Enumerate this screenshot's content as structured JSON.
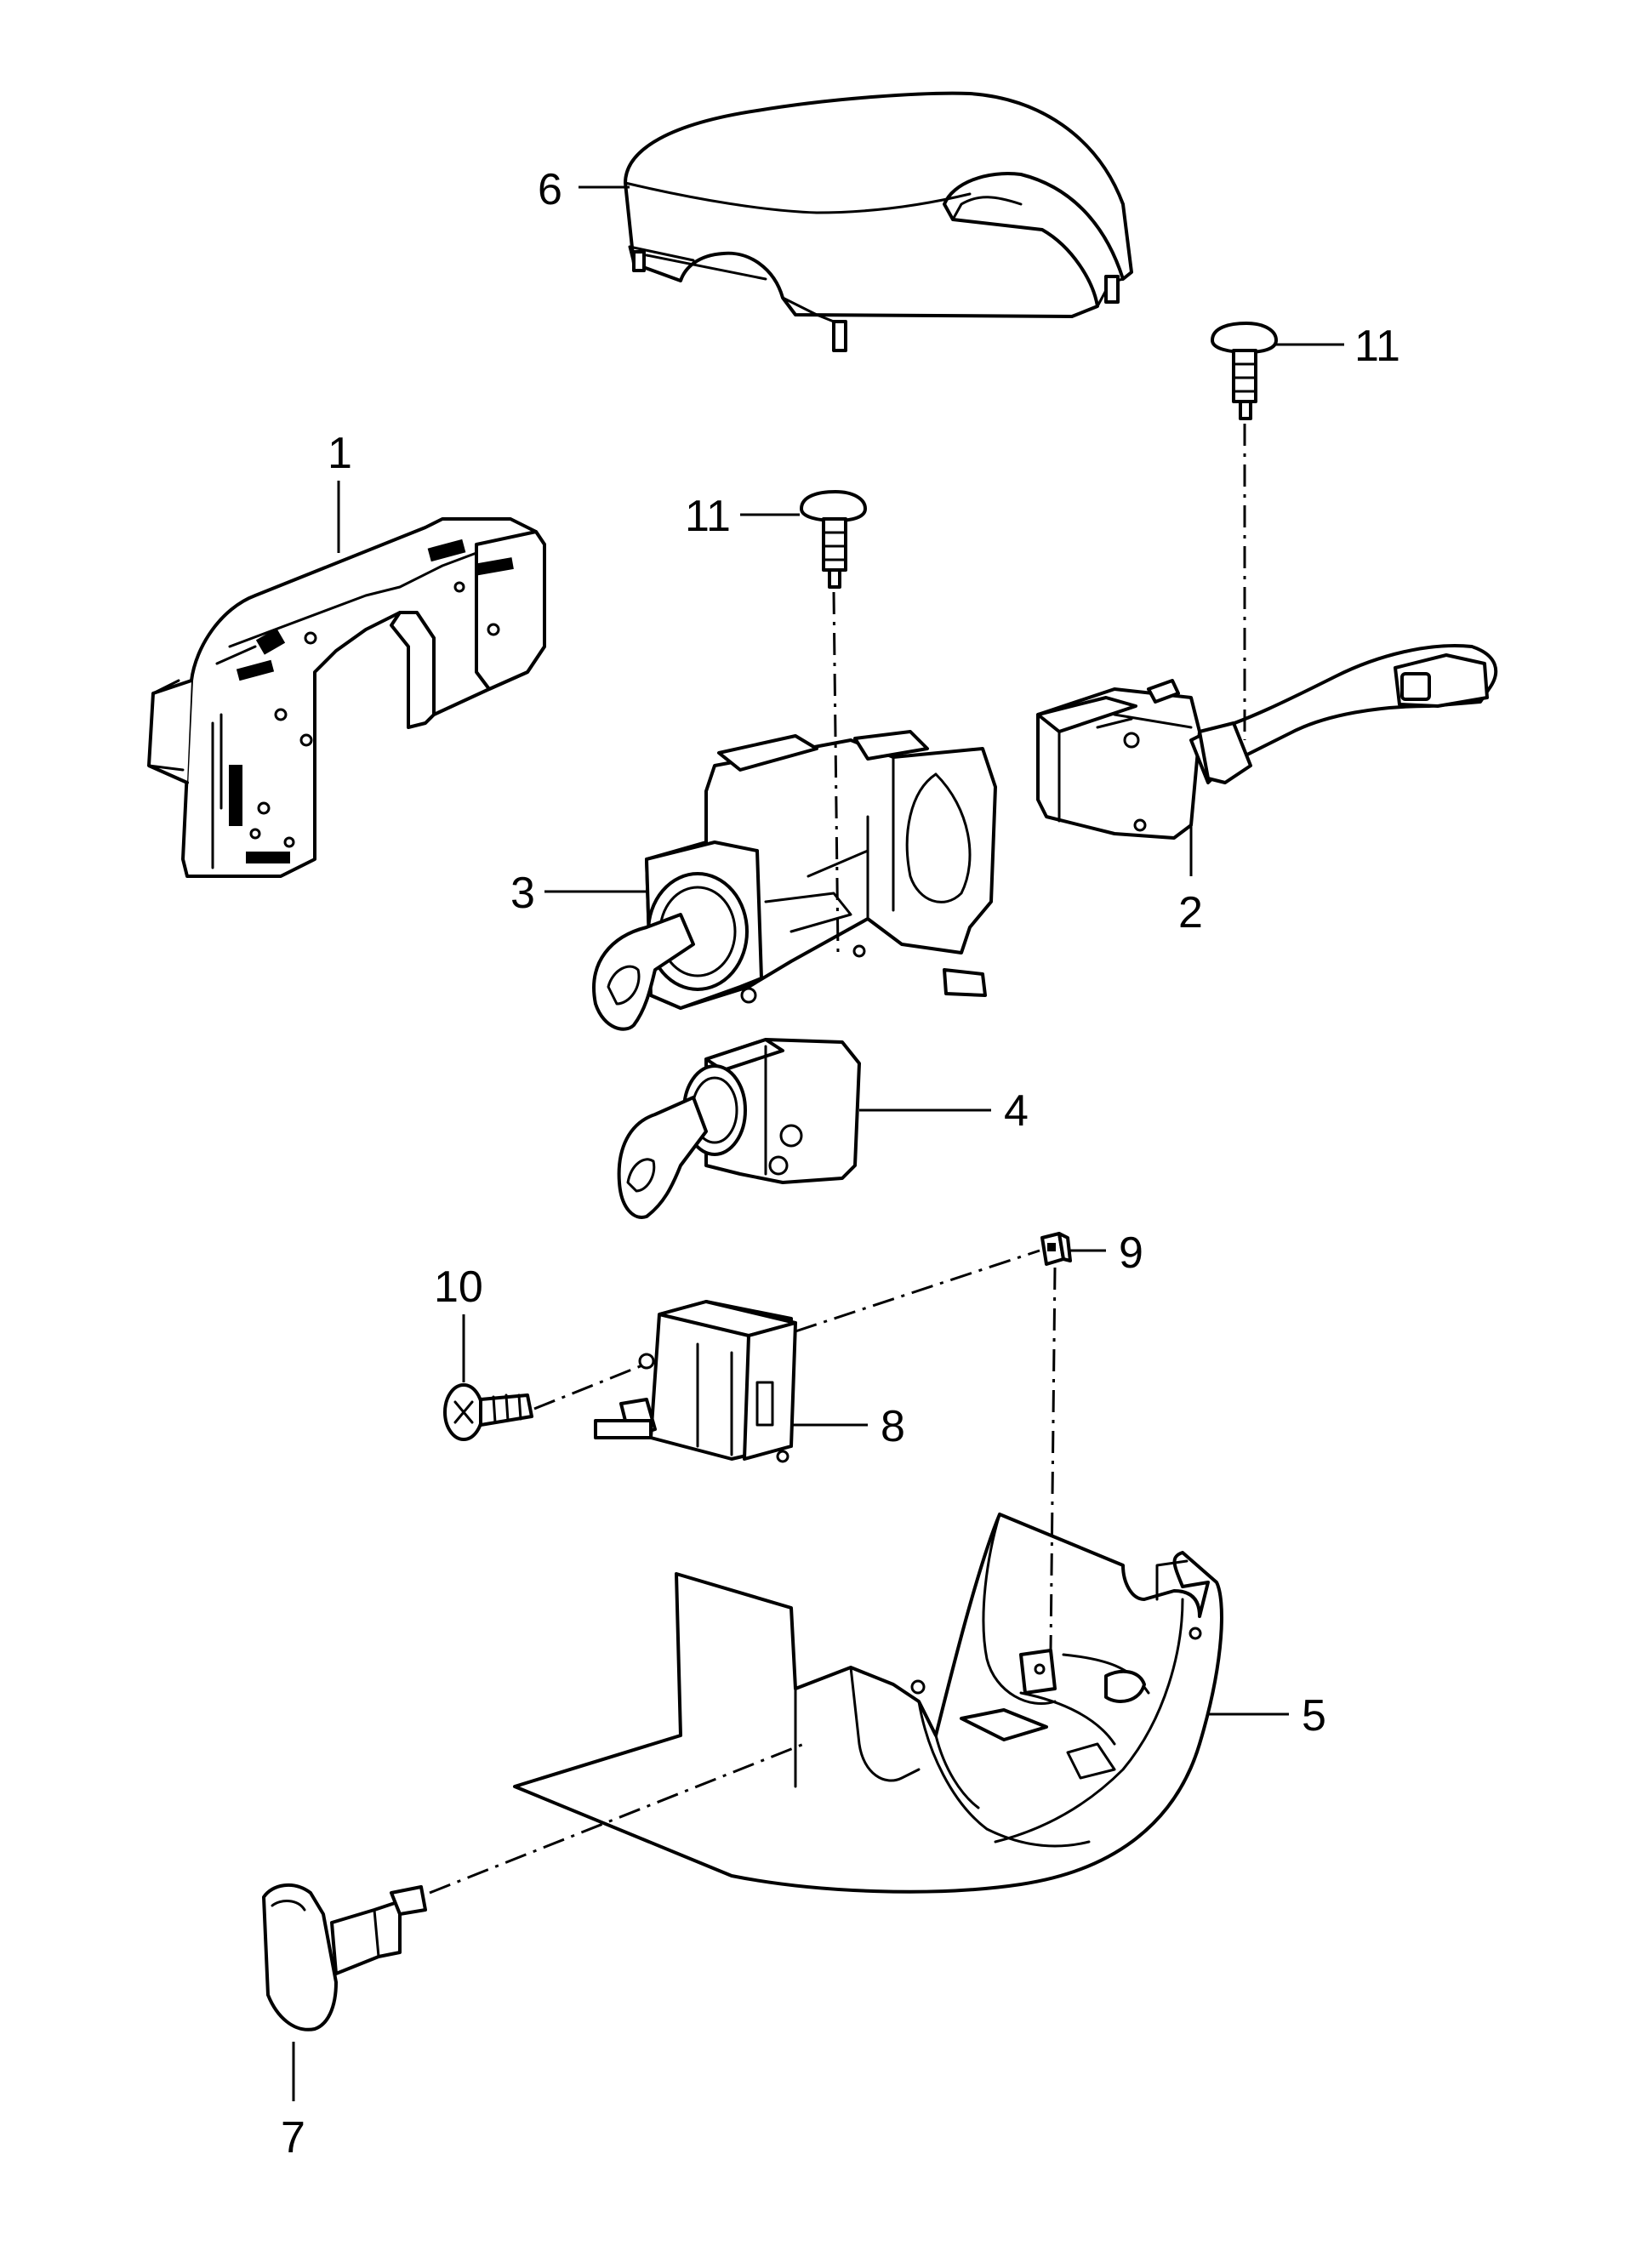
{
  "diagram": {
    "callouts": [
      {
        "id": "c1",
        "label": "1"
      },
      {
        "id": "c2",
        "label": "2"
      },
      {
        "id": "c3",
        "label": "3"
      },
      {
        "id": "c4",
        "label": "4"
      },
      {
        "id": "c5",
        "label": "5"
      },
      {
        "id": "c6",
        "label": "6"
      },
      {
        "id": "c7",
        "label": "7"
      },
      {
        "id": "c8",
        "label": "8"
      },
      {
        "id": "c9",
        "label": "9"
      },
      {
        "id": "c10",
        "label": "10"
      },
      {
        "id": "c11a",
        "label": "11"
      },
      {
        "id": "c11b",
        "label": "11"
      }
    ]
  }
}
